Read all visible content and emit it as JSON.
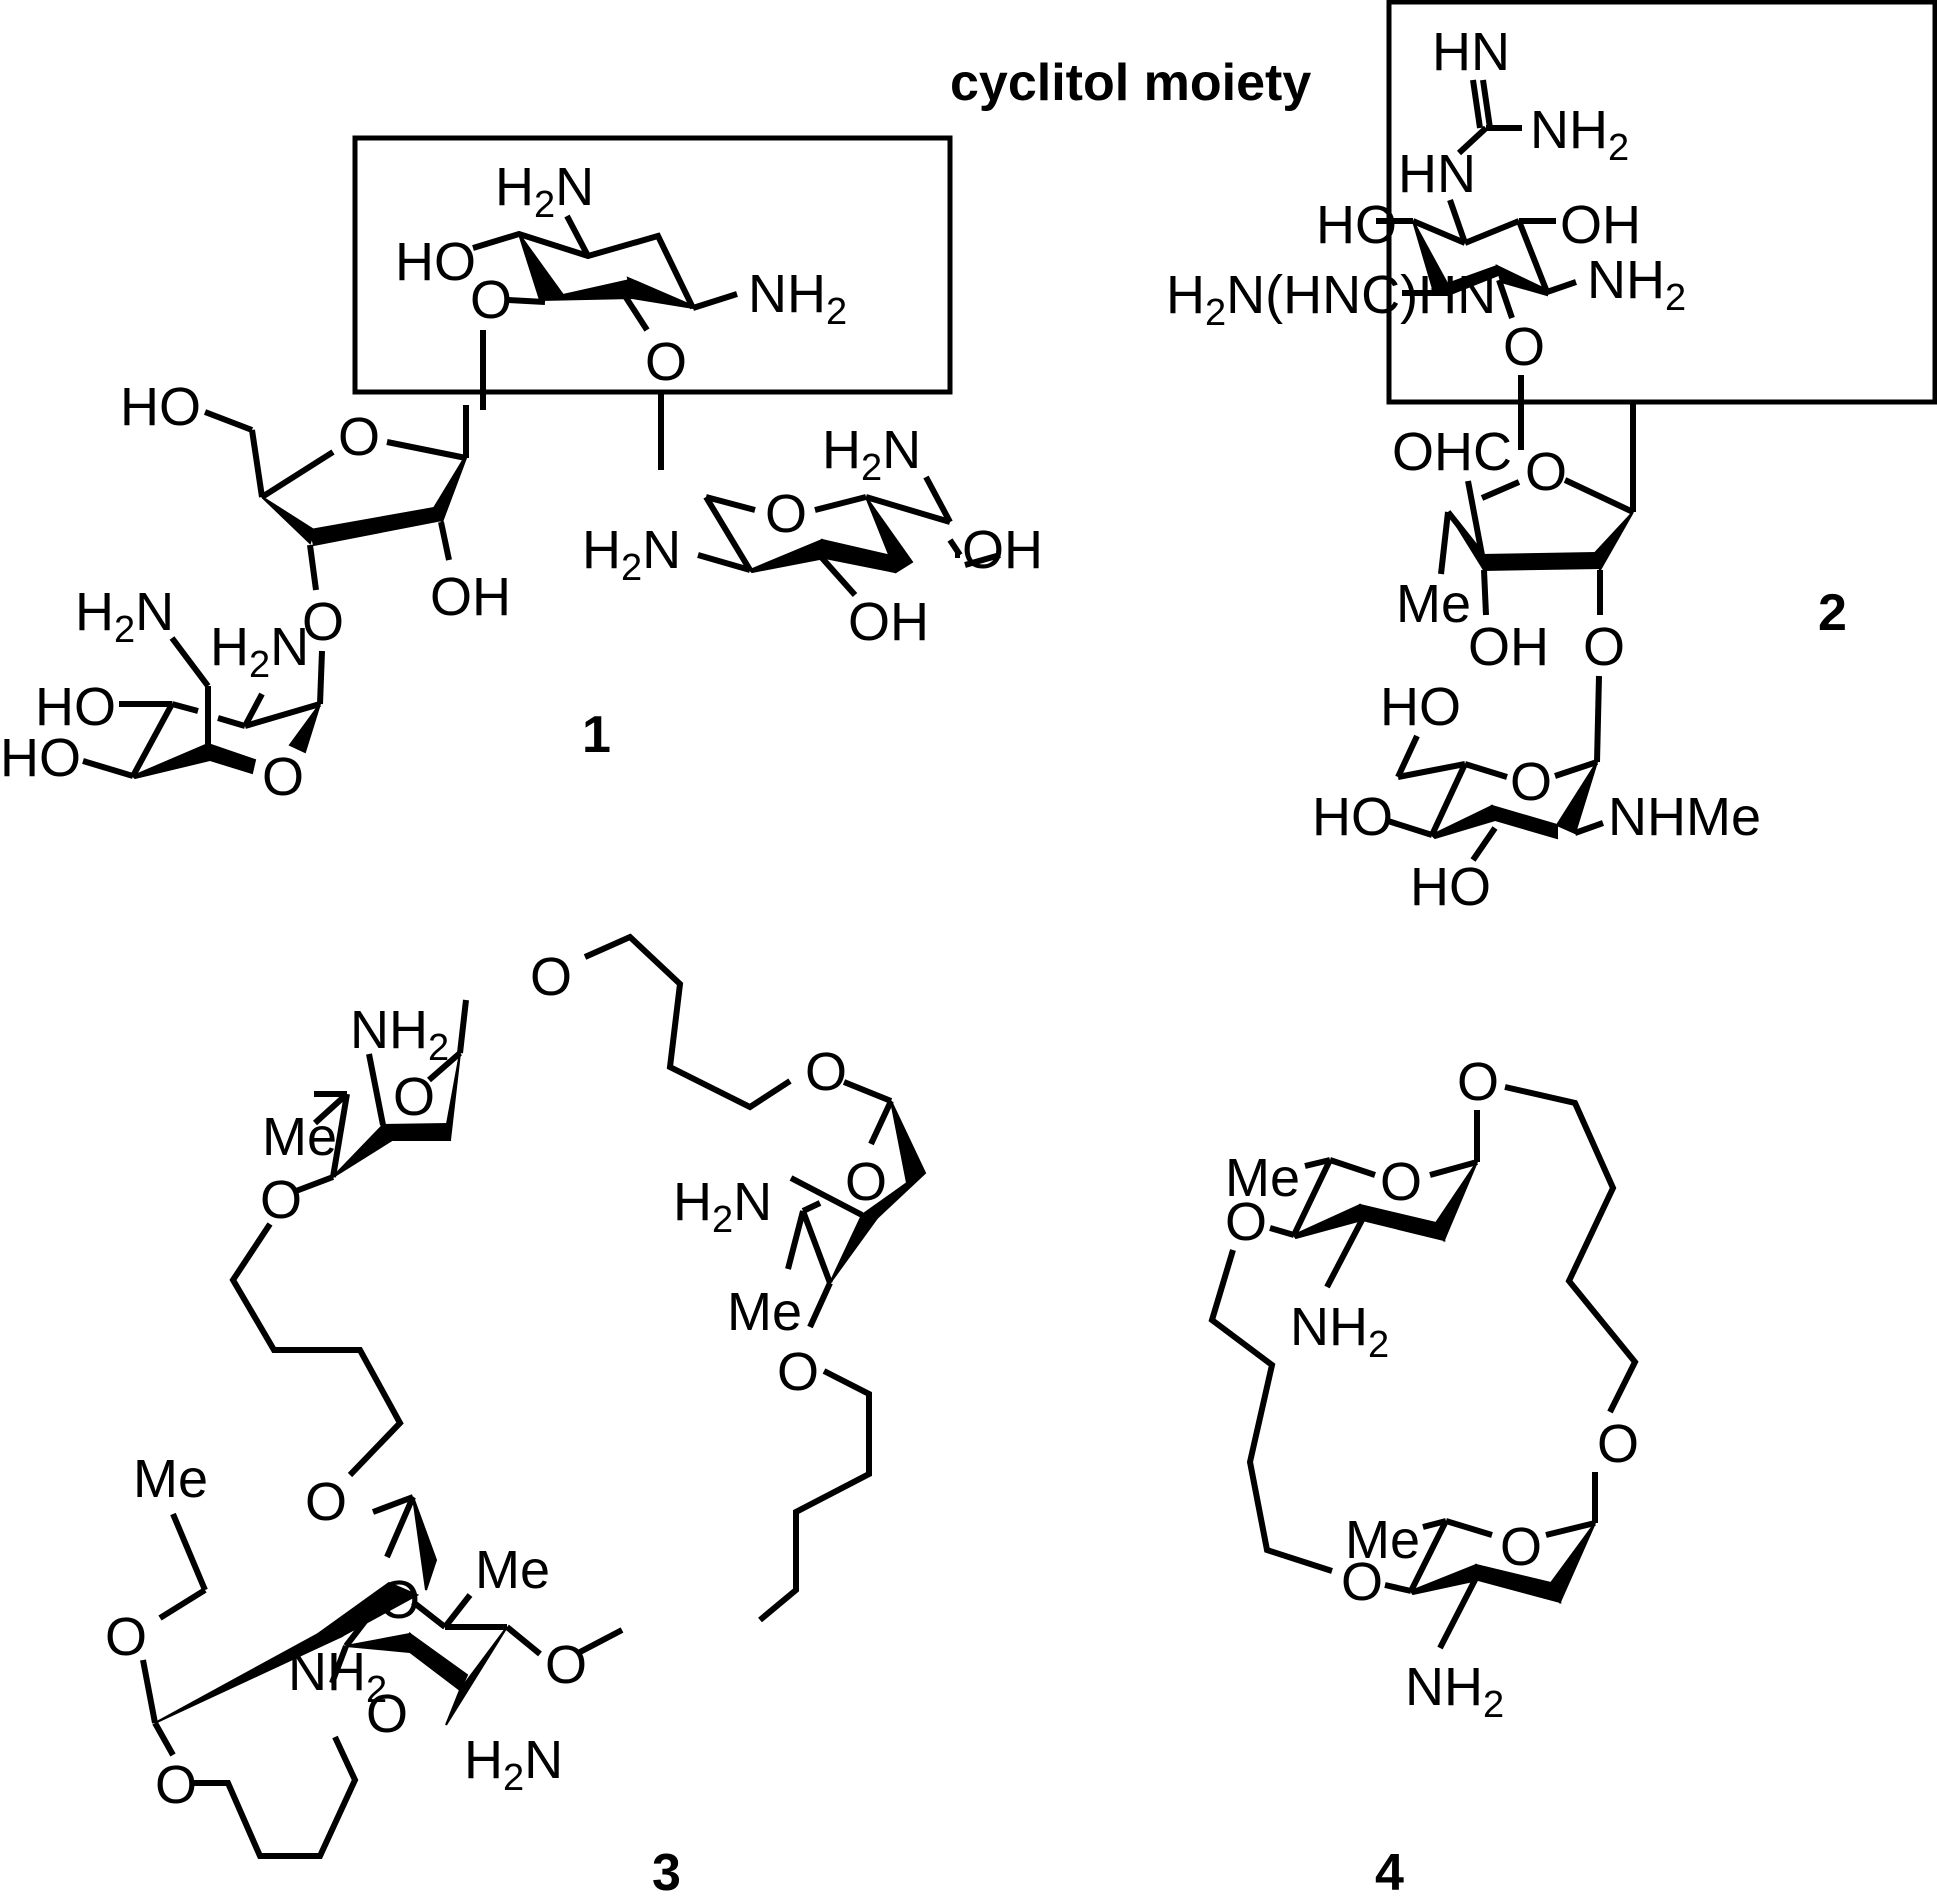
{
  "figure": {
    "annotation": "cyclitol moiety",
    "compounds": [
      {
        "id": "1",
        "labels": [
          "H2N",
          "HO",
          "NH2",
          "O",
          "O",
          "HO",
          "O",
          "OH",
          "O",
          "H2N",
          "H2N",
          "HO",
          "HO",
          "O",
          "H2N",
          "O",
          "H2N",
          "OH",
          "OH"
        ]
      },
      {
        "id": "2",
        "labels": [
          "HN",
          "NH2",
          "HN",
          "HO",
          "OH",
          "H2N(HNC)HN",
          "NH2",
          "O",
          "OHC",
          "O",
          "Me",
          "OH",
          "O",
          "HO",
          "O",
          "HO",
          "NHMe",
          "HO"
        ]
      },
      {
        "id": "3",
        "labels": [
          "O",
          "NH2",
          "O",
          "Me",
          "O",
          "O",
          "H2N",
          "O",
          "Me",
          "O",
          "Me",
          "O",
          "O",
          "NH2",
          "O",
          "Me",
          "O",
          "H2N",
          "O"
        ]
      },
      {
        "id": "4",
        "labels": [
          "O",
          "Me",
          "O",
          "O",
          "NH2",
          "O",
          "Me",
          "O",
          "O",
          "NH2"
        ]
      }
    ],
    "highlight_boxes": [
      {
        "compound": "1",
        "region": "cyclitol moiety"
      },
      {
        "compound": "2",
        "region": "cyclitol moiety"
      }
    ]
  }
}
